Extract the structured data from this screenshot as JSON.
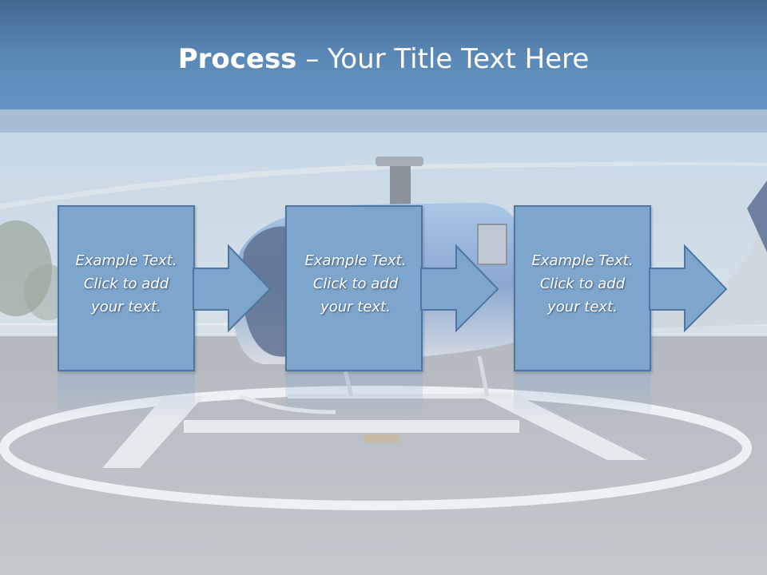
{
  "slide": {
    "title_strong": "Process",
    "title_rest": " – Your Title Text Here"
  },
  "steps": [
    {
      "line1": "Example Text.",
      "line2": "Click  to add",
      "line3": "your text."
    },
    {
      "line1": "Example Text.",
      "line2": "Click  to add",
      "line3": "your text."
    },
    {
      "line1": "Example Text.",
      "line2": "Click  to add",
      "line3": "your text."
    }
  ],
  "colors": {
    "title_bar": "#5b8ab8",
    "step_fill": "#7ea6cd",
    "step_border": "#4f76a0"
  },
  "background_image": "helicopter-on-helipad-photo"
}
